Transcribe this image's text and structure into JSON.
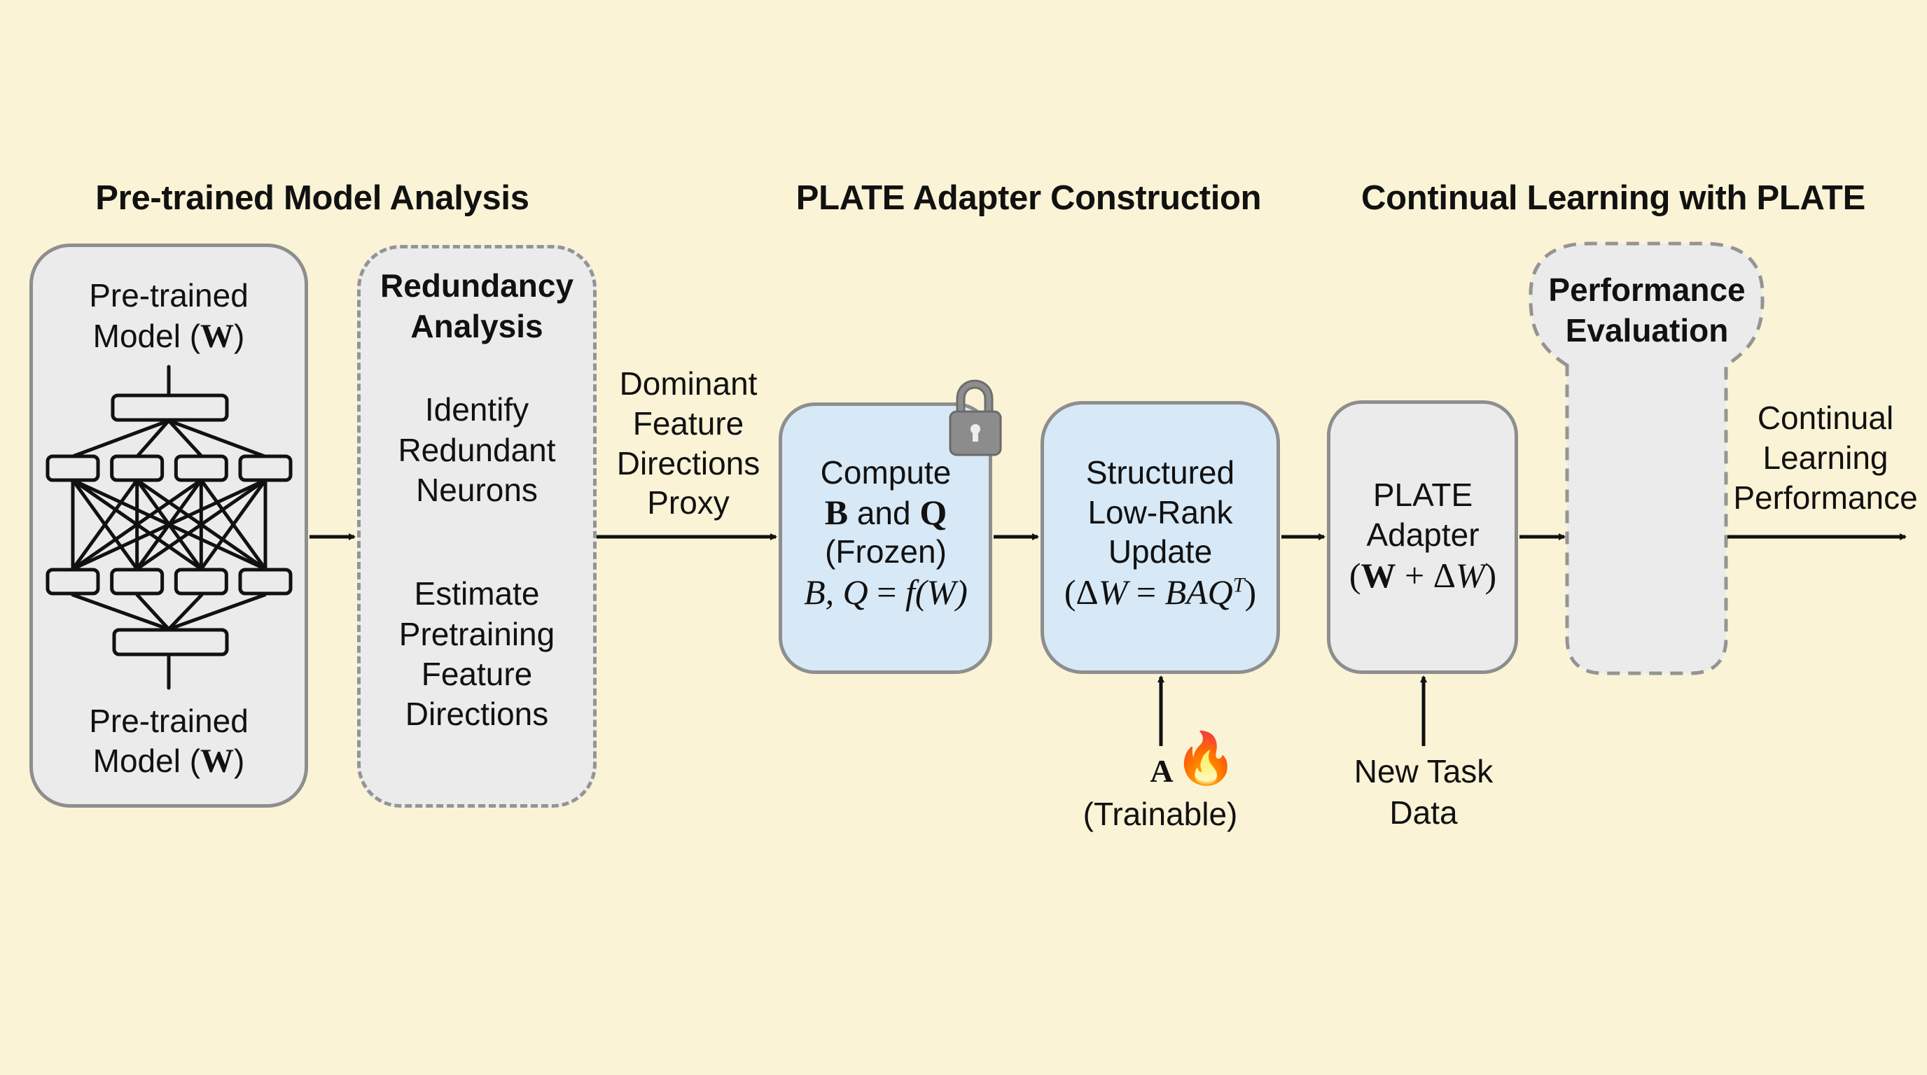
{
  "sections": {
    "analysis_title": "Pre-trained Model Analysis",
    "construction_title": "PLATE Adapter Construction",
    "continual_title": "Continual Learning with PLATE"
  },
  "pretrained_box": {
    "top_label_line1": "Pre-trained",
    "top_label_line2_text": "Model (",
    "top_label_line2_symbol": "W",
    "top_label_line2_close": ")",
    "bottom_label_line1": "Pre-trained",
    "bottom_label_line2_text": "Model (",
    "bottom_label_line2_symbol": "W",
    "bottom_label_line2_close": ")",
    "network": {
      "input_nodes": 1,
      "hidden_layer_1": 4,
      "hidden_layer_2": 4,
      "output_nodes": 1
    }
  },
  "redundancy_box": {
    "title_line1": "Redundancy",
    "title_line2": "Analysis",
    "step1": [
      "Identify",
      "Redundant",
      "Neurons"
    ],
    "step2": [
      "Estimate",
      "Pretraining",
      "Feature",
      "Directions"
    ]
  },
  "proxy_label": [
    "Dominant",
    "Feature",
    "Directions",
    "Proxy"
  ],
  "compute_box": {
    "line1": "Compute",
    "line2_b": "B",
    "line2_mid": " and ",
    "line2_q": "Q",
    "line3": "(Frozen)",
    "formula": {
      "lhs": "B, Q",
      "eq": " = ",
      "rhs_f": "f",
      "rhs_arg": "(W)"
    },
    "status_icon": "lock-icon"
  },
  "update_box": {
    "line1": "Structured",
    "line2": "Low-Rank",
    "line3": "Update",
    "formula": {
      "open": "(",
      "delta": "Δ",
      "w": "W",
      "eq": " = ",
      "rhs": "BAQ",
      "sup": "T",
      "close": ")"
    }
  },
  "trainable_input": {
    "symbol": "A",
    "icon": "fire-icon",
    "icon_glyph": "🔥",
    "label": "(Trainable)"
  },
  "adapter_box": {
    "line1": "PLATE",
    "line2": "Adapter",
    "formula": {
      "open": "(",
      "w_bold": "W",
      "plus": " + ",
      "delta": "Δ",
      "w_italic": "W",
      "close": ")"
    }
  },
  "new_task_input": {
    "line1": "New Task",
    "line2": "Data"
  },
  "evaluation_box": {
    "title_line1": "Performance",
    "title_line2": "Evaluation"
  },
  "output_label": [
    "Continual",
    "Learning",
    "Performance"
  ],
  "colors": {
    "background": "#FAF3D6",
    "box_fill": "#EBEBEB",
    "box_border": "#8E8E8E",
    "frozen_box_fill": "#D7E8F6",
    "lock": "#8A8A8A",
    "arrow": "#111111"
  }
}
